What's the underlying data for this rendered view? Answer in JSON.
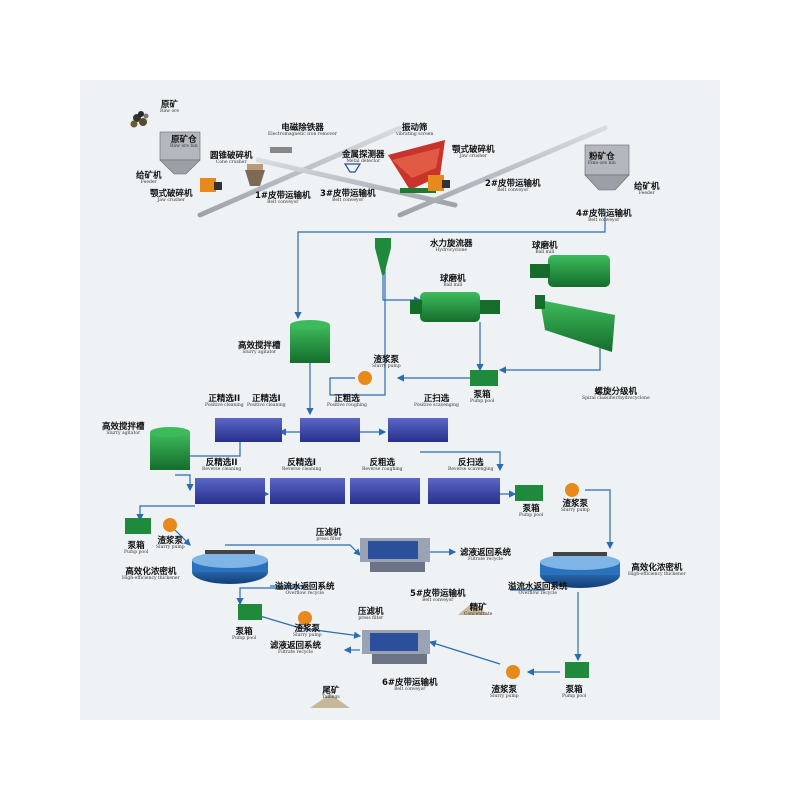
{
  "colors": {
    "background": "#eef2f5",
    "flow_line": "#2b6cb0",
    "flotation_cell": "#3b47a8",
    "mill": "#1f8a3b",
    "pump": "#e8891c",
    "thickener": "#1d5fa8",
    "belt": "#b8bcc2"
  },
  "labels": {
    "raw_ore": {
      "zh": "原矿",
      "en": "Raw ore"
    },
    "raw_ore_bin": {
      "zh": "原矿仓",
      "en": "Raw ore bin"
    },
    "feeder_1": {
      "zh": "给矿机",
      "en": "Feeder"
    },
    "jaw_crusher_1": {
      "zh": "颚式破碎机",
      "en": "Jaw crusher"
    },
    "magnet": {
      "zh": "电磁除铁器",
      "en": "Electromagnetic iron remover"
    },
    "cone_crusher": {
      "zh": "圆锥破碎机",
      "en": "Cone crusher"
    },
    "metal_detector": {
      "zh": "金属探测器",
      "en": "Metal detector"
    },
    "belt_1": {
      "zh": "1#皮带运输机",
      "en": "Belt conveyor"
    },
    "belt_3": {
      "zh": "3#皮带运输机",
      "en": "Belt conveyor"
    },
    "vibrating_screen": {
      "zh": "振动筛",
      "en": "vibrating screen"
    },
    "jaw_crusher_2": {
      "zh": "颚式破碎机",
      "en": "Jaw crusher"
    },
    "belt_2": {
      "zh": "2#皮带运输机",
      "en": "Belt conveyor"
    },
    "fine_ore_bin": {
      "zh": "粉矿仓",
      "en": "Fine ore bin"
    },
    "feeder_2": {
      "zh": "给矿机",
      "en": "Feeder"
    },
    "belt_4": {
      "zh": "4#皮带运输机",
      "en": "Belt conveyor"
    },
    "hydrocyclone": {
      "zh": "水力旋流器",
      "en": "Hydrocyclone"
    },
    "ball_mill_1": {
      "zh": "球磨机",
      "en": "Ball mill"
    },
    "ball_mill_2": {
      "zh": "球磨机",
      "en": "Ball mill"
    },
    "agitator_1": {
      "zh": "高效搅拌槽",
      "en": "Slurry agitator"
    },
    "slurry_pump_1": {
      "zh": "渣浆泵",
      "en": "Slurry pump"
    },
    "pump_pool_1": {
      "zh": "泵箱",
      "en": "Pump pool"
    },
    "spiral": {
      "zh": "螺旋分级机",
      "en": "Spiral classifier/hydrocyclone"
    },
    "clean_2": {
      "zh": "正精选II",
      "en": "Positive cleaning"
    },
    "clean_1": {
      "zh": "正精选I",
      "en": "Positive cleaning"
    },
    "rough": {
      "zh": "正粗选",
      "en": "Positive roughing"
    },
    "scav": {
      "zh": "正扫选",
      "en": "Positive scavenging"
    },
    "agitator_2": {
      "zh": "高效搅拌槽",
      "en": "Slurry agitator"
    },
    "rev_clean_2": {
      "zh": "反精选II",
      "en": "Reverse cleaning"
    },
    "rev_clean_1": {
      "zh": "反精选I",
      "en": "Reverse cleaning"
    },
    "rev_rough": {
      "zh": "反粗选",
      "en": "Reverse roughing"
    },
    "rev_scav": {
      "zh": "反扫选",
      "en": "Reverse scavenging"
    },
    "pump_pool_2": {
      "zh": "泵箱",
      "en": "Pump pool"
    },
    "slurry_pump_2": {
      "zh": "渣浆泵",
      "en": "Slurry pump"
    },
    "pump_pool_3": {
      "zh": "泵箱",
      "en": "Pump pool"
    },
    "slurry_pump_3": {
      "zh": "渣浆泵",
      "en": "Slurry pump"
    },
    "thickener_1": {
      "zh": "高效化浓密机",
      "en": "High-efficiency thickener"
    },
    "filter_1": {
      "zh": "压滤机",
      "en": "press filter"
    },
    "filtrate_1": {
      "zh": "滤液返回系统",
      "en": "Filtrate recycle"
    },
    "overflow_1": {
      "zh": "溢流水返回系统",
      "en": "Overflow recycle"
    },
    "belt_5": {
      "zh": "5#皮带运输机",
      "en": "Belt conveyor"
    },
    "concentrate": {
      "zh": "精矿",
      "en": "Concentrate"
    },
    "thickener_2": {
      "zh": "高效化浓密机",
      "en": "High-efficiency thickener"
    },
    "overflow_2": {
      "zh": "溢流水返回系统",
      "en": "Overflow recycle"
    },
    "pump_pool_4": {
      "zh": "泵箱",
      "en": "Pump pool"
    },
    "slurry_pump_4": {
      "zh": "渣浆泵",
      "en": "Slurry pump"
    },
    "filter_2": {
      "zh": "压滤机",
      "en": "press filter"
    },
    "filtrate_2": {
      "zh": "滤液返回系统",
      "en": "Filtrate recycle"
    },
    "tailings": {
      "zh": "尾矿",
      "en": "Tailings"
    },
    "belt_6": {
      "zh": "6#皮带运输机",
      "en": "Belt conveyor"
    },
    "slurry_pump_5": {
      "zh": "渣浆泵",
      "en": "Slurry pump"
    },
    "pump_pool_5": {
      "zh": "泵箱",
      "en": "Pump pool"
    }
  }
}
